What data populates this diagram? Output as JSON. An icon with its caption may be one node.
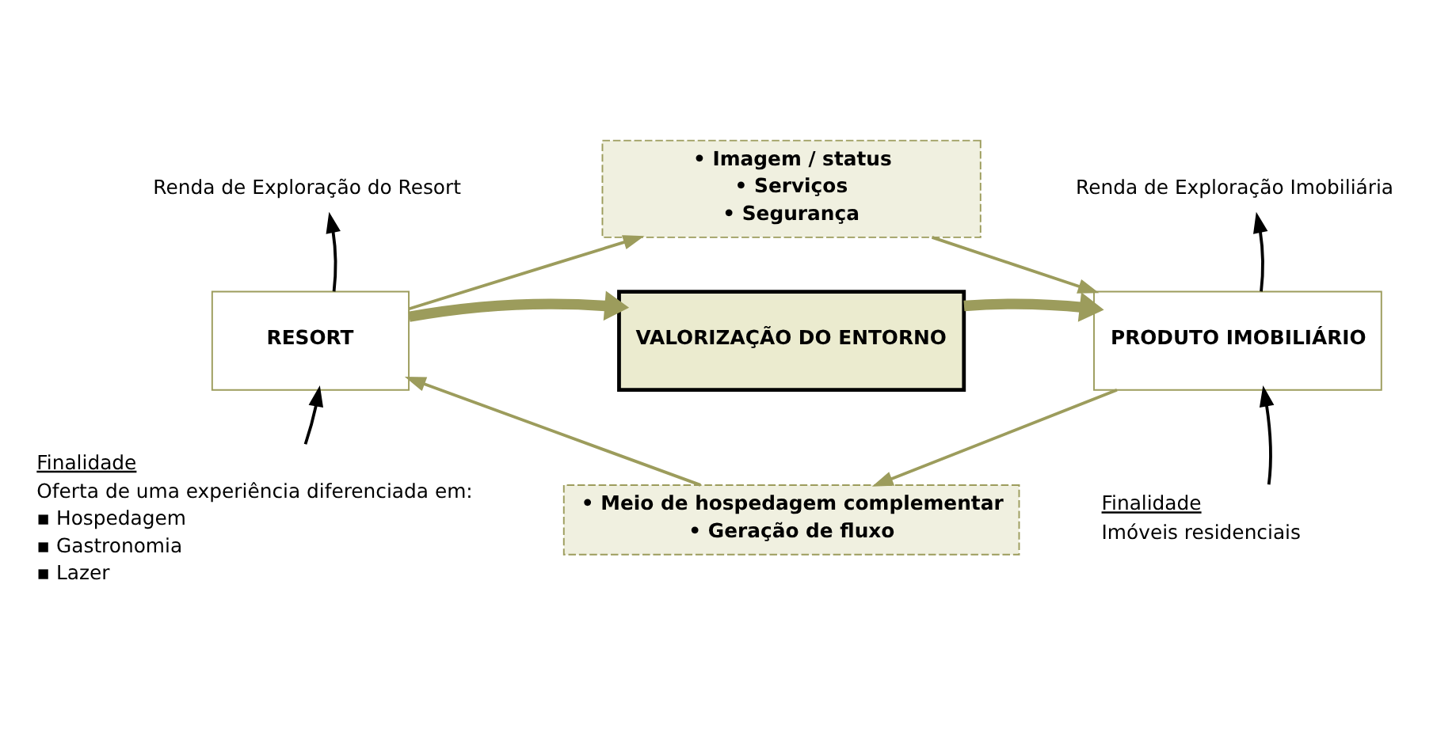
{
  "diagram": {
    "nodes": [
      {
        "text": [
          "Renda de Exploração do Resort"
        ]
      },
      {
        "text": [
          "• Imagem / status",
          "• Serviços",
          "• Segurança"
        ]
      },
      {
        "text": [
          "Renda de Exploração Imobiliária"
        ]
      },
      {
        "text": [
          "RESORT"
        ]
      },
      {
        "text": [
          "VALORIZAÇÃO DO ENTORNO"
        ]
      },
      {
        "text": [
          "PRODUTO IMOBILIÁRIO"
        ]
      },
      {
        "text": [
          "• Meio de hospedagem complementar",
          "• Geração de fluxo"
        ]
      },
      {
        "text": [
          "Finalidade",
          "Oferta de uma experiência diferenciada em:",
          "▪ Hospedagem",
          "▪ Gastronomia",
          "▪ Lazer"
        ]
      },
      {
        "text": [
          "Finalidade",
          "Imóveis residenciais"
        ]
      }
    ],
    "edges": [
      {
        "from": 3,
        "to": 1,
        "arrow": "to"
      },
      {
        "from": 1,
        "to": 5,
        "arrow": "to"
      },
      {
        "from": 5,
        "to": 6,
        "arrow": "to"
      },
      {
        "from": 6,
        "to": 3,
        "arrow": "to"
      },
      {
        "from": 3,
        "to": 4,
        "arrow": "to",
        "style": "thick"
      },
      {
        "from": 4,
        "to": 5,
        "arrow": "to",
        "style": "thick"
      },
      {
        "from": 3,
        "to": 0,
        "arrow": "to",
        "color": "#000000"
      },
      {
        "from": 5,
        "to": 2,
        "arrow": "to",
        "color": "#000000"
      },
      {
        "from": 7,
        "to": 3,
        "arrow": "to",
        "color": "#000000"
      },
      {
        "from": 8,
        "to": 5,
        "arrow": "to",
        "color": "#000000"
      }
    ]
  }
}
